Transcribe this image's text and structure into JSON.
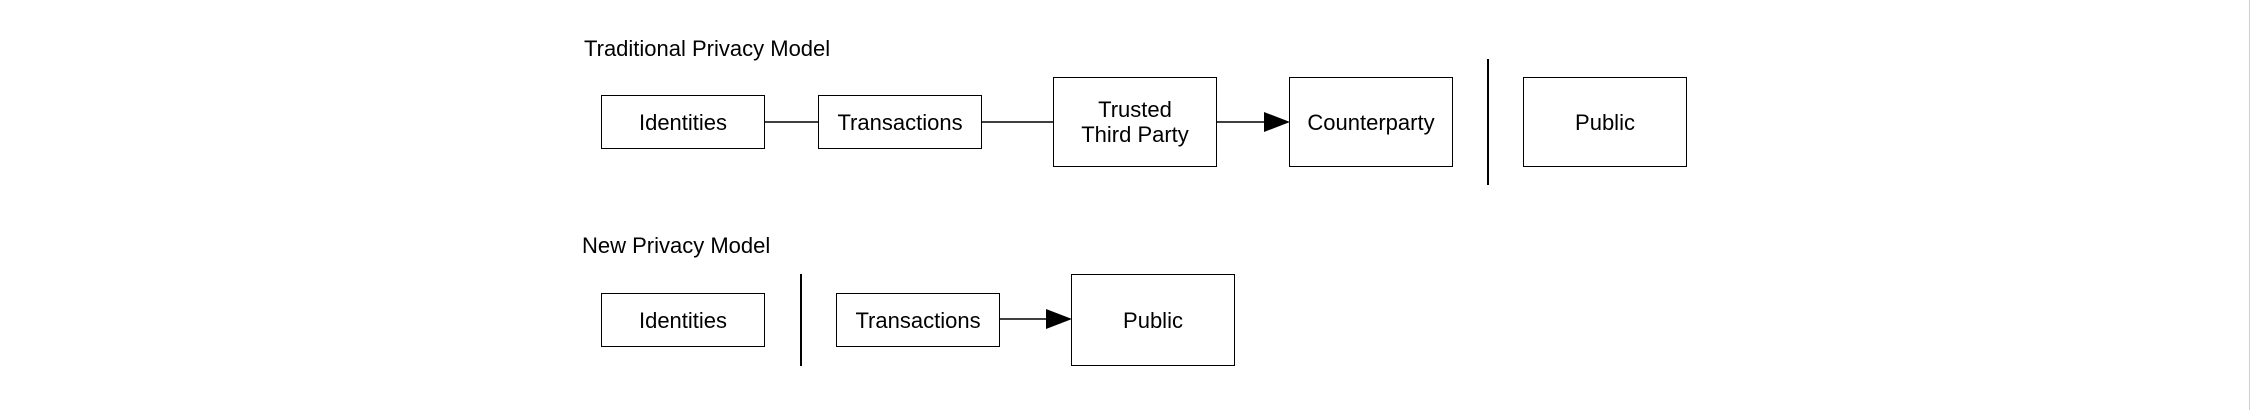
{
  "traditional": {
    "title": "Traditional Privacy Model",
    "identities": "Identities",
    "transactions": "Transactions",
    "trusted_third_party": "Trusted\nThird Party",
    "counterparty": "Counterparty",
    "public": "Public"
  },
  "new_model": {
    "title": "New Privacy Model",
    "identities": "Identities",
    "transactions": "Transactions",
    "public": "Public"
  }
}
